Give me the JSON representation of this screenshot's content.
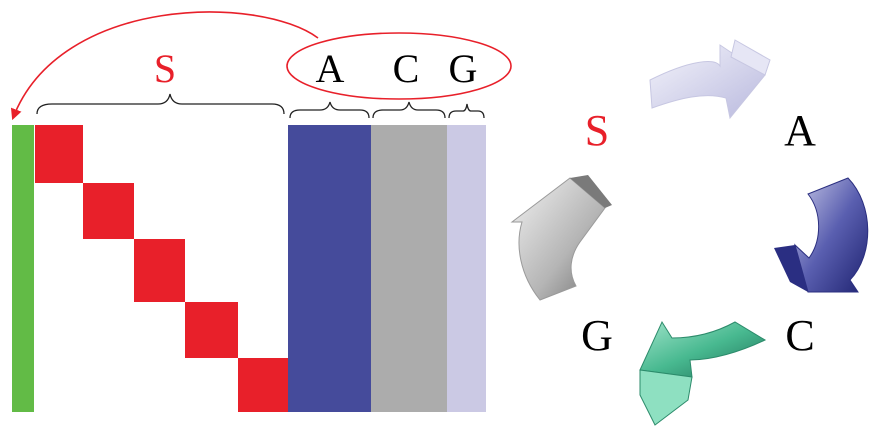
{
  "labels": {
    "s": "S",
    "a": "A",
    "c": "C",
    "g": "G"
  },
  "cycle_labels": {
    "s": "S",
    "a": "A",
    "c": "C",
    "g": "G"
  },
  "colors": {
    "green": "#62bb46",
    "red": "#e8202a",
    "blue": "#454b9b",
    "gray": "#acacac",
    "lavender": "#cbc9e4",
    "label_black": "#000000",
    "label_red": "#e8202a",
    "arrow_lavender": "#dcdcf0",
    "arrow_blue": "#3d429b",
    "arrow_green": "#4fbf98",
    "arrow_gray": "#b7b7b7"
  },
  "icons": [
    "curved-arrow-icon",
    "brace-icon",
    "cycle-arrow-icon"
  ]
}
